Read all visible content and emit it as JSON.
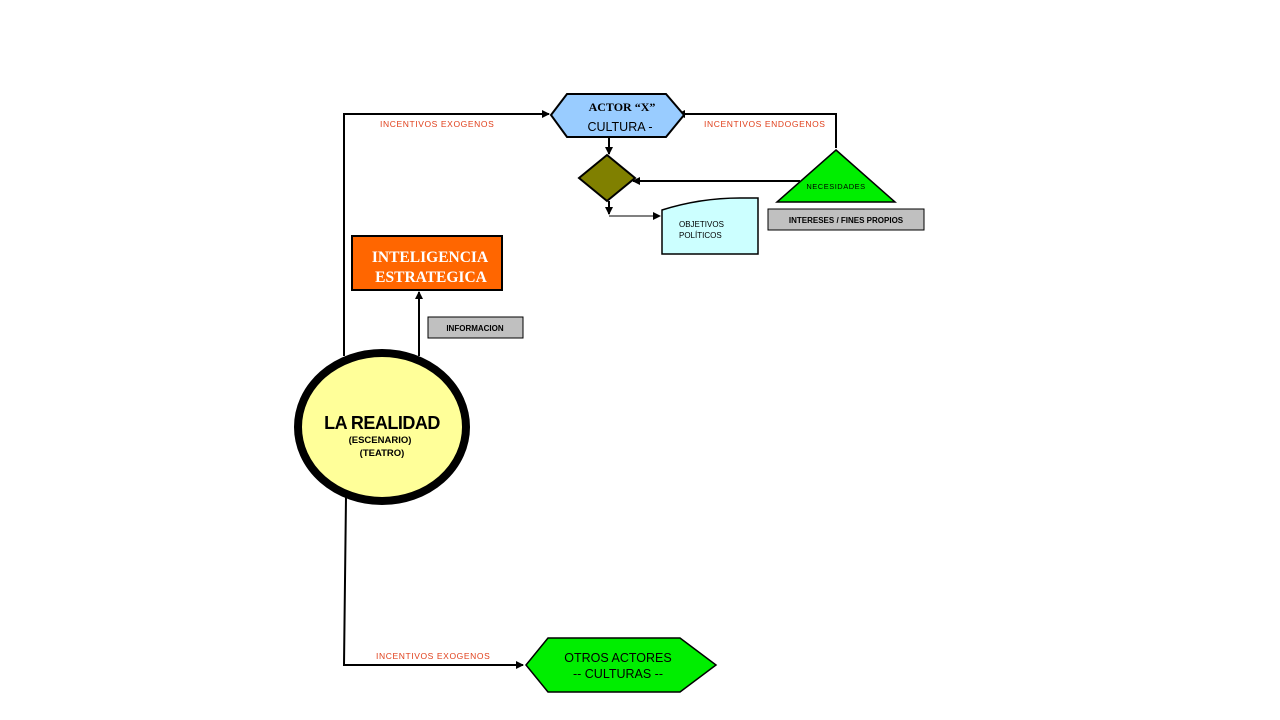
{
  "actor": {
    "title": "ACTOR “X”",
    "subtitle": "CULTURA  -"
  },
  "incentives": {
    "exogenos_top": "INCENTIVOS  EXOGENOS",
    "endogenos": "INCENTIVOS  ENDOGENOS",
    "exogenos_bottom": "INCENTIVOS  EXOGENOS"
  },
  "necesidades": "NECESIDADES",
  "intereses": "INTERESES / FINES PROPIOS",
  "objetivos": {
    "line1": "OBJETIVOS",
    "line2": "POLÍTICOS"
  },
  "inteligencia": {
    "line1": "INTELIGENCIA",
    "line2": "ESTRATEGICA"
  },
  "informacion": "INFORMACION",
  "realidad": {
    "title": "LA REALIDAD",
    "line2": "(ESCENARIO)",
    "line3": "(TEATRO)"
  },
  "otros": {
    "line1": "OTROS  ACTORES",
    "line2": "--  CULTURAS  --"
  },
  "colors": {
    "actor_fill": "#99ccff",
    "diamond_fill": "#808000",
    "necesidades_fill": "#00ee00",
    "objetivos_fill": "#ccffff",
    "inteligencia_fill": "#ff6600",
    "realidad_fill": "#ffff99",
    "otros_fill": "#00ee00",
    "label_gray": "#c0c0c0",
    "incentive_text": "#e0401c"
  }
}
